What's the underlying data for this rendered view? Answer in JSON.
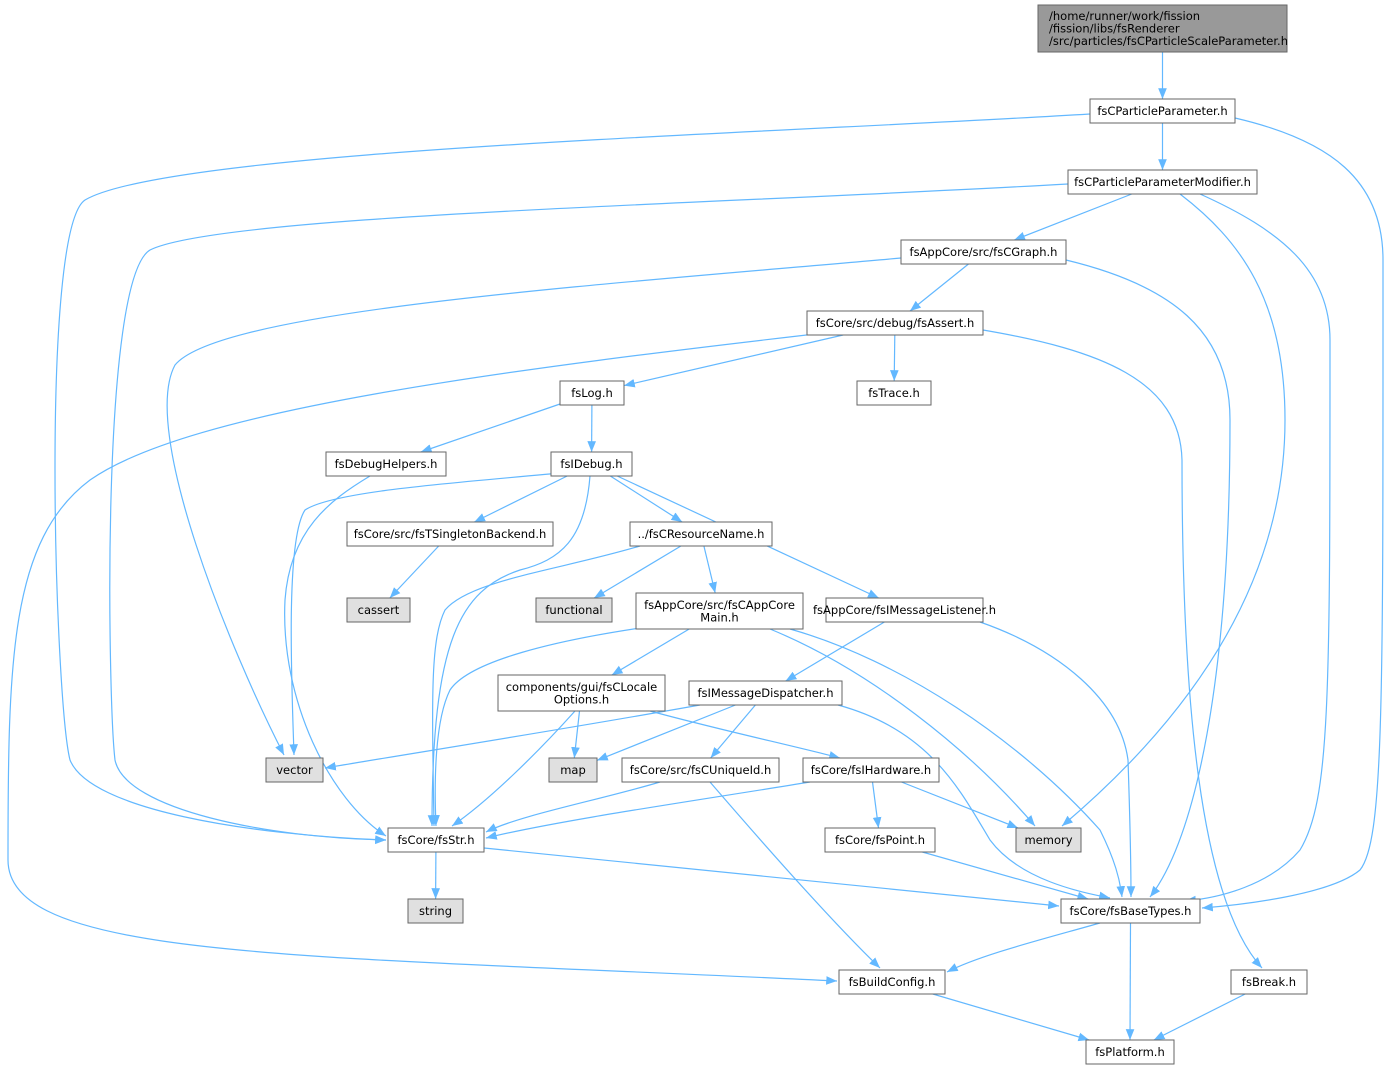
{
  "graph": {
    "colors": {
      "root_fill": "#999999",
      "file_fill": "#ffffff",
      "system_fill": "#e0e0e0",
      "border": "#666666",
      "edge": "#63b8ff"
    },
    "nodes": [
      {
        "id": "root",
        "kind": "root",
        "lines": [
          "/home/runner/work/fission",
          "/fission/libs/fsRenderer",
          "/src/particles/fsCParticleScaleParameter.h"
        ]
      },
      {
        "id": "particle-param",
        "kind": "file",
        "lines": [
          "fsCParticleParameter.h"
        ]
      },
      {
        "id": "particle-param-mod",
        "kind": "file",
        "lines": [
          "fsCParticleParameterModifier.h"
        ]
      },
      {
        "id": "cgraph",
        "kind": "file",
        "lines": [
          "fsAppCore/src/fsCGraph.h"
        ]
      },
      {
        "id": "assert",
        "kind": "file",
        "lines": [
          "fsCore/src/debug/fsAssert.h"
        ]
      },
      {
        "id": "log",
        "kind": "file",
        "lines": [
          "fsLog.h"
        ]
      },
      {
        "id": "trace",
        "kind": "file",
        "lines": [
          "fsTrace.h"
        ]
      },
      {
        "id": "debughelpers",
        "kind": "file",
        "lines": [
          "fsDebugHelpers.h"
        ]
      },
      {
        "id": "idebug",
        "kind": "file",
        "lines": [
          "fsIDebug.h"
        ]
      },
      {
        "id": "singleton",
        "kind": "file",
        "lines": [
          "fsCore/src/fsTSingletonBackend.h"
        ]
      },
      {
        "id": "resname",
        "kind": "file",
        "lines": [
          "../fsCResourceName.h"
        ]
      },
      {
        "id": "cassert",
        "kind": "system",
        "lines": [
          "cassert"
        ]
      },
      {
        "id": "functional",
        "kind": "system",
        "lines": [
          "functional"
        ]
      },
      {
        "id": "appcoremain",
        "kind": "file",
        "lines": [
          "fsAppCore/src/fsCAppCore",
          "Main.h"
        ]
      },
      {
        "id": "msglistener",
        "kind": "file",
        "lines": [
          "fsAppCore/fsIMessageListener.h"
        ]
      },
      {
        "id": "locale",
        "kind": "file",
        "lines": [
          "components/gui/fsCLocale",
          "Options.h"
        ]
      },
      {
        "id": "msgdispatcher",
        "kind": "file",
        "lines": [
          "fsIMessageDispatcher.h"
        ]
      },
      {
        "id": "vector",
        "kind": "system",
        "lines": [
          "vector"
        ]
      },
      {
        "id": "map",
        "kind": "system",
        "lines": [
          "map"
        ]
      },
      {
        "id": "uniqueid",
        "kind": "file",
        "lines": [
          "fsCore/src/fsCUniqueId.h"
        ]
      },
      {
        "id": "hardware",
        "kind": "file",
        "lines": [
          "fsCore/fsIHardware.h"
        ]
      },
      {
        "id": "str",
        "kind": "file",
        "lines": [
          "fsCore/fsStr.h"
        ]
      },
      {
        "id": "point",
        "kind": "file",
        "lines": [
          "fsCore/fsPoint.h"
        ]
      },
      {
        "id": "memory",
        "kind": "system",
        "lines": [
          "memory"
        ]
      },
      {
        "id": "string",
        "kind": "system",
        "lines": [
          "string"
        ]
      },
      {
        "id": "basetypes",
        "kind": "file",
        "lines": [
          "fsCore/fsBaseTypes.h"
        ]
      },
      {
        "id": "buildconfig",
        "kind": "file",
        "lines": [
          "fsBuildConfig.h"
        ]
      },
      {
        "id": "break",
        "kind": "file",
        "lines": [
          "fsBreak.h"
        ]
      },
      {
        "id": "platform",
        "kind": "file",
        "lines": [
          "fsPlatform.h"
        ]
      }
    ],
    "edges": [
      [
        "root",
        "particle-param"
      ],
      [
        "particle-param",
        "particle-param-mod"
      ],
      [
        "particle-param",
        "str"
      ],
      [
        "particle-param",
        "basetypes"
      ],
      [
        "particle-param-mod",
        "cgraph"
      ],
      [
        "particle-param-mod",
        "str"
      ],
      [
        "particle-param-mod",
        "basetypes"
      ],
      [
        "particle-param-mod",
        "memory"
      ],
      [
        "cgraph",
        "assert"
      ],
      [
        "cgraph",
        "vector"
      ],
      [
        "cgraph",
        "basetypes"
      ],
      [
        "assert",
        "log"
      ],
      [
        "assert",
        "trace"
      ],
      [
        "assert",
        "buildconfig"
      ],
      [
        "assert",
        "break"
      ],
      [
        "log",
        "debughelpers"
      ],
      [
        "log",
        "idebug"
      ],
      [
        "debughelpers",
        "str"
      ],
      [
        "idebug",
        "singleton"
      ],
      [
        "idebug",
        "resname"
      ],
      [
        "idebug",
        "msglistener"
      ],
      [
        "idebug",
        "vector"
      ],
      [
        "idebug",
        "str"
      ],
      [
        "singleton",
        "cassert"
      ],
      [
        "resname",
        "functional"
      ],
      [
        "resname",
        "appcoremain"
      ],
      [
        "resname",
        "str"
      ],
      [
        "appcoremain",
        "locale"
      ],
      [
        "appcoremain",
        "str"
      ],
      [
        "appcoremain",
        "memory"
      ],
      [
        "appcoremain",
        "basetypes"
      ],
      [
        "msglistener",
        "msgdispatcher"
      ],
      [
        "msglistener",
        "basetypes"
      ],
      [
        "locale",
        "map"
      ],
      [
        "locale",
        "hardware"
      ],
      [
        "locale",
        "str"
      ],
      [
        "msgdispatcher",
        "vector"
      ],
      [
        "msgdispatcher",
        "map"
      ],
      [
        "msgdispatcher",
        "uniqueid"
      ],
      [
        "msgdispatcher",
        "basetypes"
      ],
      [
        "uniqueid",
        "str"
      ],
      [
        "uniqueid",
        "buildconfig"
      ],
      [
        "hardware",
        "point"
      ],
      [
        "hardware",
        "memory"
      ],
      [
        "hardware",
        "str"
      ],
      [
        "str",
        "string"
      ],
      [
        "str",
        "basetypes"
      ],
      [
        "point",
        "basetypes"
      ],
      [
        "basetypes",
        "buildconfig"
      ],
      [
        "basetypes",
        "platform"
      ],
      [
        "buildconfig",
        "platform"
      ],
      [
        "break",
        "platform"
      ]
    ]
  }
}
